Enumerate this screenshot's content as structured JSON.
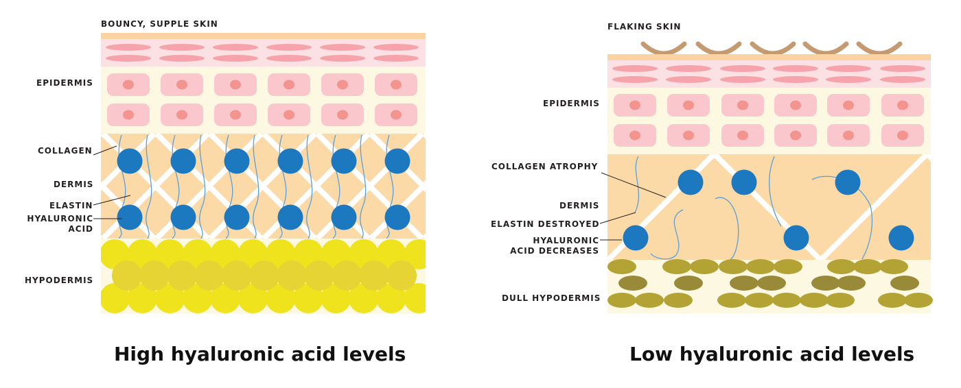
{
  "colors": {
    "surface_band": "#fbd2a2",
    "stratum_pink": "#fbe1e3",
    "flat_cell": "#f6a3ab",
    "epidermis_bg": "#fdf8e1",
    "cell_body": "#fac8cc",
    "cell_nucleus": "#f4948f",
    "dermis_bg": "#fbdaa8",
    "collagen_fiber": "#ffffff",
    "elastin_fiber": "#5a9fd8",
    "hyaluronic_acid": "#1c78bf",
    "fat_cell_healthy": "#efe31e",
    "fat_cell_healthy_inner": "#e5d433",
    "fat_cell_dull": "#b3a234",
    "fat_cell_dull_dark": "#998a39",
    "flake": "#c59a71",
    "pointer_line": "#231f20"
  },
  "left_panel": {
    "surface_label": "BOUNCY, SUPPLE SKIN",
    "labels": {
      "epidermis": "EPIDERMIS",
      "collagen": "COLLAGEN",
      "dermis": "DERMIS",
      "elastin": "ELASTIN",
      "hyaluronic_1": "HYALURONIC",
      "hyaluronic_2": "ACID",
      "hypodermis": "HYPODERMIS"
    },
    "caption": "High hyaluronic acid levels"
  },
  "right_panel": {
    "surface_label": "FLAKING SKIN",
    "labels": {
      "epidermis": "EPIDERMIS",
      "collagen": "COLLAGEN ATROPHY",
      "dermis": "DERMIS",
      "elastin": "ELASTIN DESTROYED",
      "hyaluronic_1": "HYALURONIC",
      "hyaluronic_2": "ACID DECREASES",
      "hypodermis": "DULL HYPODERMIS"
    },
    "caption": "Low hyaluronic acid levels"
  }
}
